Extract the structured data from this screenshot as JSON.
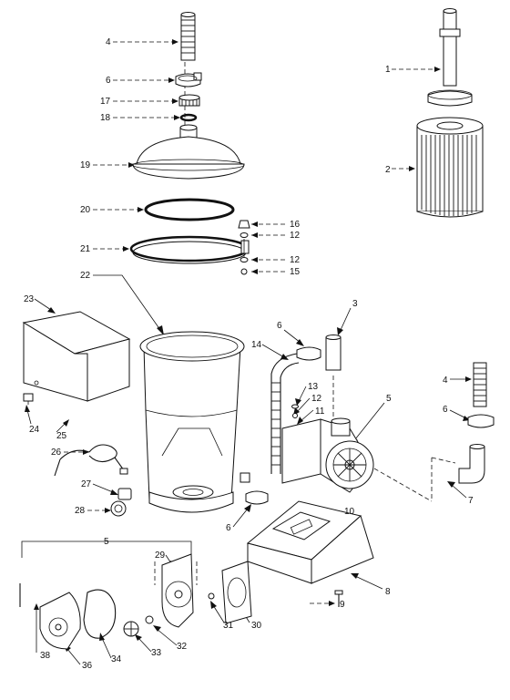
{
  "parts": [
    {
      "id": "p1",
      "number": "1"
    },
    {
      "id": "p2",
      "number": "2"
    },
    {
      "id": "p3",
      "number": "3"
    },
    {
      "id": "p4a",
      "number": "4"
    },
    {
      "id": "p4b",
      "number": "4"
    },
    {
      "id": "p5a",
      "number": "5"
    },
    {
      "id": "p5b",
      "number": "5"
    },
    {
      "id": "p6a",
      "number": "6"
    },
    {
      "id": "p6b",
      "number": "6"
    },
    {
      "id": "p6c",
      "number": "6"
    },
    {
      "id": "p6d",
      "number": "6"
    },
    {
      "id": "p7",
      "number": "7"
    },
    {
      "id": "p8",
      "number": "8"
    },
    {
      "id": "p9",
      "number": "9"
    },
    {
      "id": "p10",
      "number": "10"
    },
    {
      "id": "p11",
      "number": "11"
    },
    {
      "id": "p12a",
      "number": "12"
    },
    {
      "id": "p12b",
      "number": "12"
    },
    {
      "id": "p12c",
      "number": "12"
    },
    {
      "id": "p13",
      "number": "13"
    },
    {
      "id": "p14",
      "number": "14"
    },
    {
      "id": "p15",
      "number": "15"
    },
    {
      "id": "p16",
      "number": "16"
    },
    {
      "id": "p17",
      "number": "17"
    },
    {
      "id": "p18",
      "number": "18"
    },
    {
      "id": "p19",
      "number": "19"
    },
    {
      "id": "p20",
      "number": "20"
    },
    {
      "id": "p21",
      "number": "21"
    },
    {
      "id": "p22",
      "number": "22"
    },
    {
      "id": "p23",
      "number": "23"
    },
    {
      "id": "p24",
      "number": "24"
    },
    {
      "id": "p25",
      "number": "25"
    },
    {
      "id": "p26",
      "number": "26"
    },
    {
      "id": "p27",
      "number": "27"
    },
    {
      "id": "p28",
      "number": "28"
    },
    {
      "id": "p29",
      "number": "29"
    },
    {
      "id": "p30",
      "number": "30"
    },
    {
      "id": "p31",
      "number": "31"
    },
    {
      "id": "p32",
      "number": "32"
    },
    {
      "id": "p33",
      "number": "33"
    },
    {
      "id": "p34",
      "number": "34"
    },
    {
      "id": "p36",
      "number": "36"
    },
    {
      "id": "p38",
      "number": "38"
    }
  ]
}
